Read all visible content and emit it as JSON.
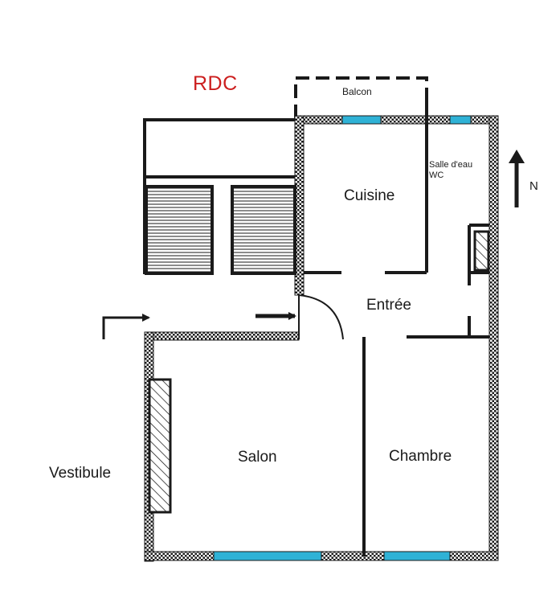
{
  "plan": {
    "title": "RDC",
    "title_color": "#cc1f1f",
    "wall_color": "#1a1a1a",
    "window_color": "#2fb2d6",
    "rooms": {
      "balcon": "Balcon",
      "salle_deau_line1": "Salle d'eau",
      "salle_deau_line2": "WC",
      "cuisine": "Cuisine",
      "entree": "Entrée",
      "salon": "Salon",
      "chambre": "Chambre",
      "vestibule": "Vestibule"
    },
    "north": "N",
    "icons": [
      "entry-arrow-icon",
      "entry-arrow-icon",
      "north-arrow-icon"
    ]
  }
}
